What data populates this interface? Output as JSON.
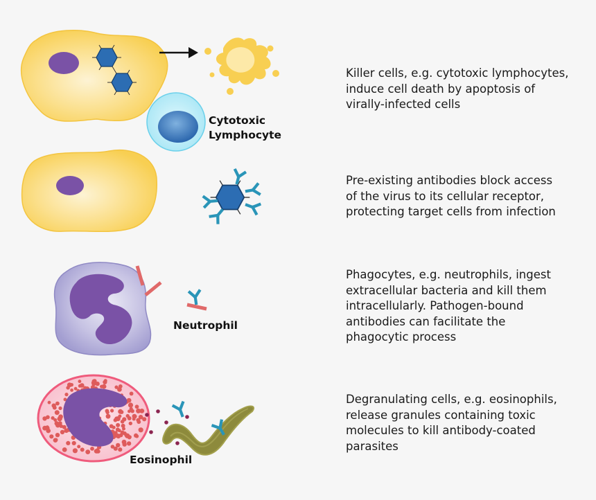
{
  "labels": {
    "cytotoxic": [
      "Cytotoxic",
      "Lymphocyte"
    ],
    "neutrophil": "Neutrophil",
    "eosinophil": "Eosinophil"
  },
  "descriptions": [
    [
      "Killer cells, e.g. cytotoxic lymphocytes,",
      "induce cell death by apoptosis of",
      "virally-infected cells"
    ],
    [
      "Pre-existing antibodies block access",
      "of the virus to its cellular receptor,",
      "protecting target cells from infection"
    ],
    [
      "Phagocytes, e.g. neutrophils, ingest",
      "extracellular bacteria and kill them",
      "intracellularly. Pathogen-bound",
      "antibodies can facilitate the",
      "phagocytic process"
    ],
    [
      "Degranulating cells, e.g. eosinophils,",
      "release granules containing toxic",
      "molecules to kill antibody-coated",
      "parasites"
    ]
  ],
  "colors": {
    "target_cell": "#f9d35a",
    "nucleus": "#7a52a6",
    "virus": "#2c6db3",
    "antibody": "#2a95b8",
    "lymphocyte": "#b8ecf6",
    "neutrophil": "#b0abd6",
    "bacteria_fragment": "#e06969",
    "eosinophil_granule": "#de5b5b",
    "parasite": "#8d8a3c"
  },
  "icons": [
    "target-cell",
    "virus-hexagon",
    "antibody-y",
    "arrow",
    "apoptotic-cell",
    "lymphocyte",
    "neutrophil",
    "eosinophil",
    "parasite-worm"
  ]
}
